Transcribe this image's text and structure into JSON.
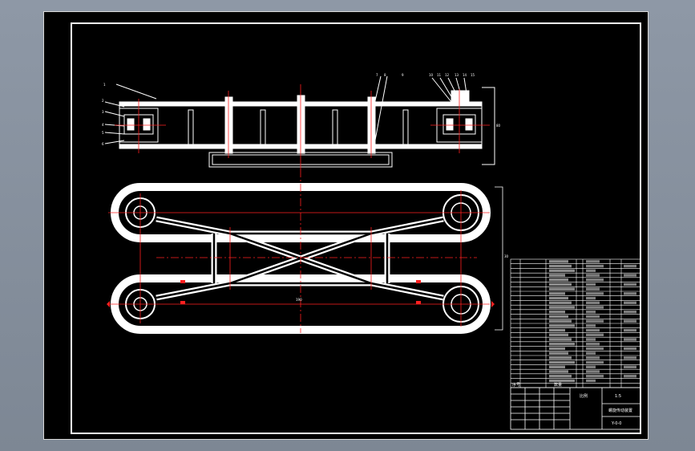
{
  "colors": {
    "background": "#000000",
    "line": "#ffffff",
    "centerline": "#ff2020",
    "viewport_border": "#d8d8d8",
    "outer_bg": "#8e98a6"
  },
  "drawing": {
    "top_view_leader_numbers_left": [
      "1",
      "2",
      "3",
      "4",
      "5",
      "6"
    ],
    "top_view_leader_numbers_right": [
      "7",
      "8",
      "9",
      "10",
      "11",
      "12",
      "13",
      "14",
      "15"
    ],
    "top_view_dim_right": "80",
    "plan_view_dim_right": "30",
    "plan_view_dim_center": "190",
    "title_block": {
      "scale_cell": "1:5",
      "drawing_title": "螺旋传动装置",
      "drawing_number": "Y-0-0",
      "sheet_label": "比例",
      "header_no": "序号",
      "header_qty": "数量"
    },
    "bom_rows": 28
  }
}
